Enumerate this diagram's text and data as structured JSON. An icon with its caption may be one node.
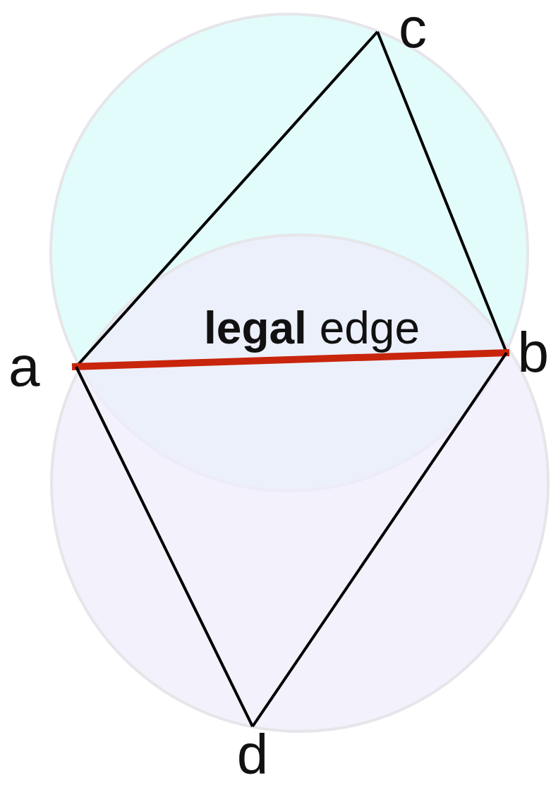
{
  "diagram": {
    "nodes": [
      {
        "text": [
          "a"
        ]
      },
      {
        "text": [
          "b"
        ]
      },
      {
        "text": [
          "c"
        ]
      },
      {
        "text": [
          "d"
        ]
      }
    ],
    "edges": [
      {
        "from": 0,
        "to": 2,
        "arrow": "none"
      },
      {
        "from": 2,
        "to": 1,
        "arrow": "none"
      },
      {
        "from": 0,
        "to": 1,
        "arrow": "none",
        "label": "**legal** edge",
        "style": "thick",
        "color": "#c8250c"
      },
      {
        "from": 0,
        "to": 3,
        "arrow": "none"
      },
      {
        "from": 3,
        "to": 1,
        "arrow": "none"
      }
    ]
  }
}
